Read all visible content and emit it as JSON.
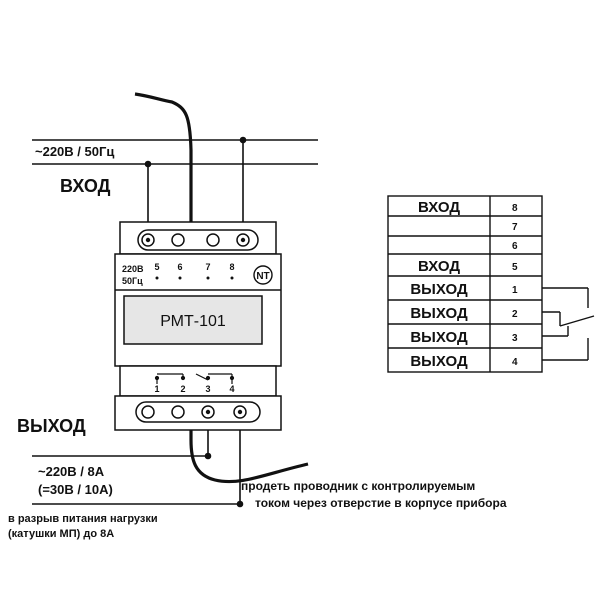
{
  "input_supply": "~220В / 50Гц",
  "input_label": "ВХОД",
  "output_label": "ВЫХОД",
  "device": {
    "supply_label_1": "220В",
    "supply_label_2": "50Гц",
    "top_terminals": [
      "5",
      "6",
      "7",
      "8"
    ],
    "logo": "NT",
    "model": "РМТ-101",
    "bottom_terminals": [
      "1",
      "2",
      "3",
      "4"
    ]
  },
  "output_rating_1": "~220В / 8А",
  "output_rating_2": "(=30В / 10А)",
  "load_note_1": "в разрыв питания нагрузки",
  "load_note_2": "(катушки МП) до 8А",
  "conductor_note_1": "продеть проводник с контролируемым",
  "conductor_note_2": "током через отверстие в корпусе прибора",
  "pin_table": [
    {
      "label": "ВХОД",
      "pin": "8"
    },
    {
      "label": "",
      "pin": "7"
    },
    {
      "label": "",
      "pin": "6"
    },
    {
      "label": "ВХОД",
      "pin": "5"
    },
    {
      "label": "ВЫХОД",
      "pin": "1"
    },
    {
      "label": "ВЫХОД",
      "pin": "2"
    },
    {
      "label": "ВЫХОД",
      "pin": "3"
    },
    {
      "label": "ВЫХОД",
      "pin": "4"
    }
  ]
}
